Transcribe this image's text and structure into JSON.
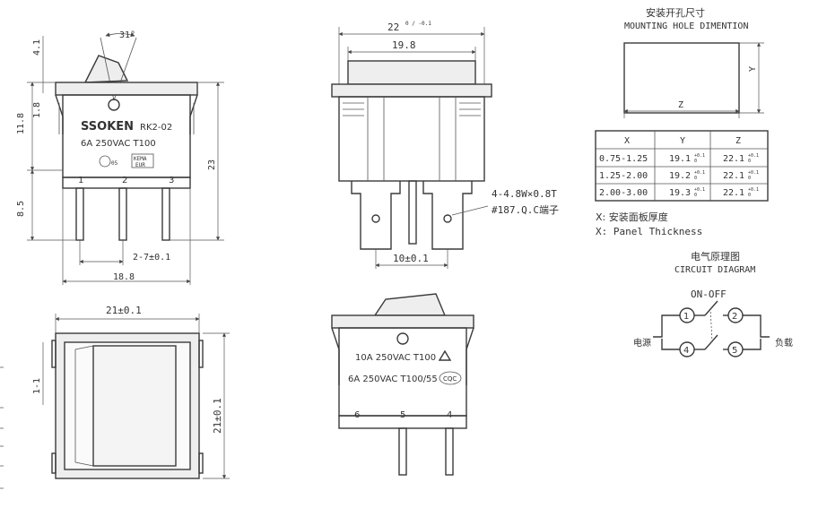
{
  "top_left_view": {
    "angle": "31°",
    "dim_top": "4.1",
    "dim_mid": "1.8",
    "dim_left": "11.8",
    "dim_right": "23",
    "dim_lower": "8.5",
    "pitch": "2-7±0.1",
    "width": "18.8",
    "brand": "SOKEN",
    "model": "RK2-02",
    "rating": "6A  250VAC  T100",
    "cert_left": "05",
    "cert_right_1": "KEMA",
    "cert_right_2": "EUR",
    "pins": [
      "1",
      "2",
      "3"
    ]
  },
  "top_middle_view": {
    "width_outer": "22",
    "width_outer_tol": "0 / -0.1",
    "width_inner": "19.8",
    "terminal_note_1": "4-4.8W×0.8T",
    "terminal_note_2": "#187.Q.C端子",
    "pitch": "10±0.1"
  },
  "bottom_left_view": {
    "width": "21±0.1",
    "height": "21±0.1",
    "side": "1-1"
  },
  "bottom_middle_view": {
    "rating_1": "10A  250VAC  T100",
    "rating_2": "6A  250VAC  T100/55",
    "mark": "CQC",
    "pins": [
      "6",
      "5",
      "4"
    ]
  },
  "mounting": {
    "title_cn": "安装开孔尺寸",
    "title_en": "MOUNTING HOLE DIMENTION",
    "label_y": "Y",
    "label_z": "Z",
    "table": {
      "headers": [
        "X",
        "Y",
        "Z"
      ],
      "rows": [
        {
          "x": "0.75-1.25",
          "y": "19.1",
          "z": "22.1"
        },
        {
          "x": "1.25-2.00",
          "y": "19.2",
          "z": "22.1"
        },
        {
          "x": "2.00-3.00",
          "y": "19.3",
          "z": "22.1"
        }
      ],
      "tol_top": "+0.1",
      "tol_bottom": "0"
    },
    "note_cn": "X: 安装面板厚度",
    "note_en": "X: Panel Thickness"
  },
  "circuit": {
    "title_cn": "电气原理图",
    "title_en": "CIRCUIT DIAGRAM",
    "switch_label": "ON-OFF",
    "terminals": [
      "1",
      "2",
      "4",
      "5"
    ],
    "left_label": "电源",
    "right_label": "负载"
  }
}
